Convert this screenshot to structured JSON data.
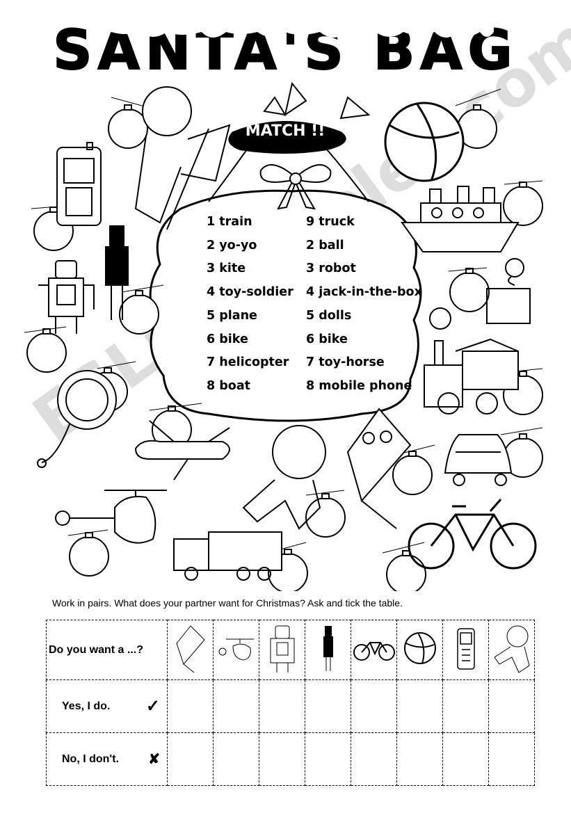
{
  "title": "SANTA'S BAG",
  "watermark": "ESLprintables.com",
  "bag_label": "MATCH !!",
  "match_left": [
    "1 train",
    "2 yo-yo",
    "3 kite",
    "4 toy-soldier",
    "5 plane",
    "6 bike",
    "7 helicopter",
    "8 boat"
  ],
  "match_right": [
    "9 truck",
    "2 ball",
    "3 robot",
    "4 jack-in-the-box",
    "5 dolls",
    "6 bike",
    "7 toy-horse",
    "8 mobile phone"
  ],
  "instruction": "Work in pairs. What does your partner want for Christmas? Ask and tick the table.",
  "table": {
    "question": "Do you want a ...?",
    "yes": "Yes, I do.",
    "no": "No, I don't.",
    "yes_icon": "check-icon",
    "no_icon": "cross-icon",
    "columns": [
      "kite-icon",
      "helicopter-icon",
      "robot-icon",
      "toy-soldier-icon",
      "bike-icon",
      "ball-icon",
      "mobile-phone-icon",
      "doll-icon"
    ]
  }
}
